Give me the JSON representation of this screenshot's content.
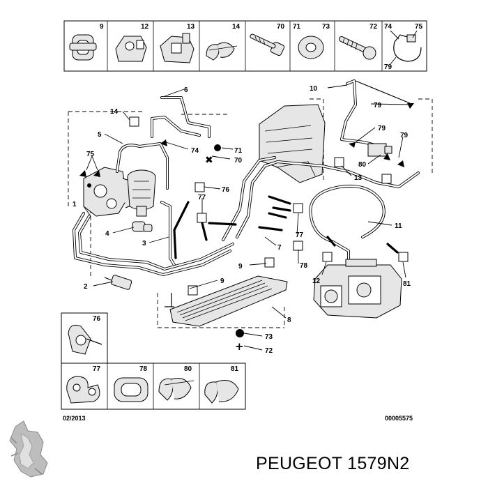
{
  "top_strip": [
    {
      "number": "9"
    },
    {
      "number": "12"
    },
    {
      "number": "13"
    },
    {
      "number": "14"
    },
    {
      "number": "70"
    },
    {
      "number": "71"
    },
    {
      "number": "73"
    },
    {
      "number": "72"
    },
    {
      "number": "74"
    },
    {
      "number": "75"
    },
    {
      "number": "79"
    }
  ],
  "callouts": {
    "n6": "6",
    "n14": "14",
    "n5": "5",
    "n75": "75",
    "n74": "74",
    "n71": "71",
    "n70": "70",
    "n76": "76",
    "n77a": "77",
    "n1": "1",
    "n4": "4",
    "n3": "3",
    "n2": "2",
    "n9": "9",
    "n9b": "9",
    "n7": "7",
    "n77b": "77",
    "n78": "78",
    "n8": "8",
    "n73": "73",
    "n72": "72",
    "n10": "10",
    "n79a": "79",
    "n79b": "79",
    "n79c": "79",
    "n80": "80",
    "n13": "13",
    "n11": "11",
    "n12": "12",
    "n81": "81"
  },
  "bottom_panel": [
    {
      "number": "76"
    },
    {
      "number": "77"
    },
    {
      "number": "78"
    },
    {
      "number": "80"
    },
    {
      "number": "81"
    }
  ],
  "footer": {
    "date": "02/2013",
    "code": "00005575"
  },
  "brand": {
    "part_label": "PEUGEOT 1579N2",
    "logo_icon": "peugeot-lion-icon"
  }
}
